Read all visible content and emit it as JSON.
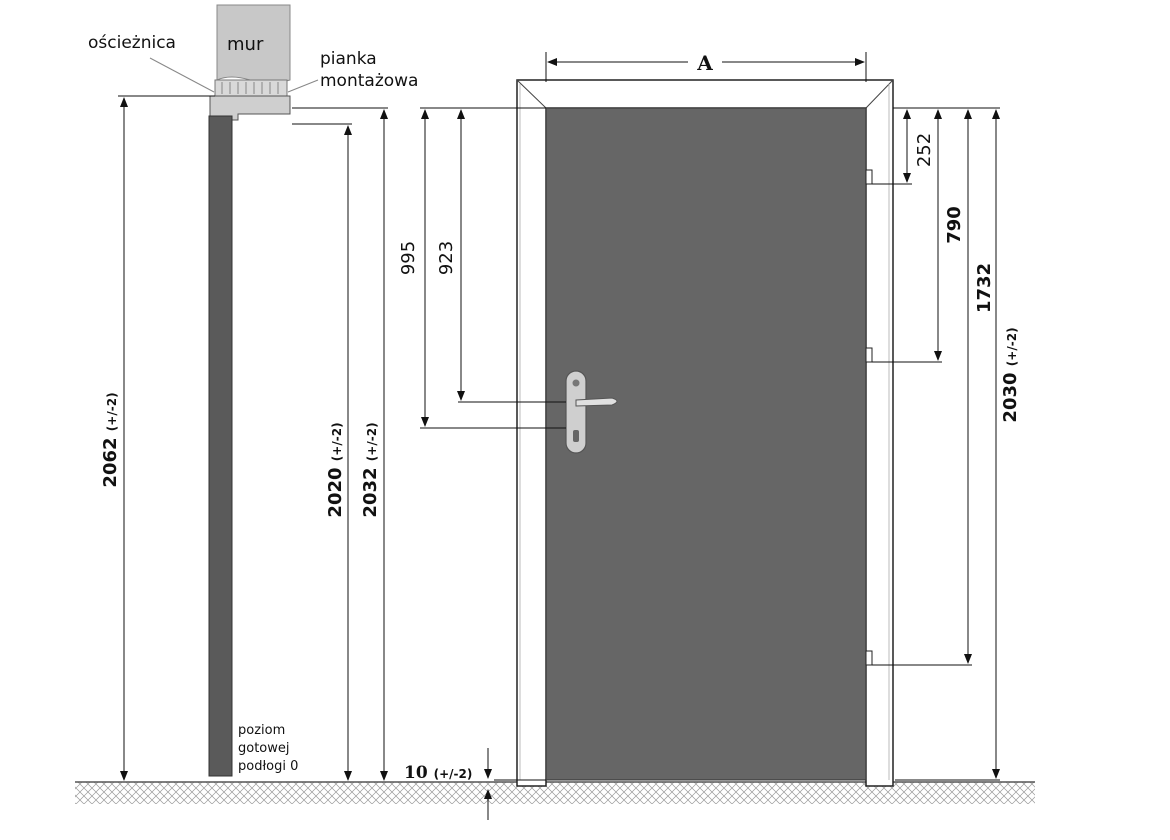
{
  "labels": {
    "frame": "ościeżnica",
    "wall": "mur",
    "foam_line1": "pianka",
    "foam_line2": "montażowa",
    "floor_line1": "poziom",
    "floor_line2": "gotowej",
    "floor_line3": "podłogi 0"
  },
  "dimensions": {
    "width_label": "A",
    "overall_height": "2062",
    "overall_height_tol": "(+/-2)",
    "door_height": "2020",
    "door_height_tol": "(+/-2)",
    "frame_height": "2032",
    "frame_height_tol": "(+/-2)",
    "handle_to_top_995": "995",
    "handle_to_top_923": "923",
    "hinge_top": "252",
    "hinge_middle": "790",
    "hinge_bottom": "1732",
    "frame_outer_height": "2030",
    "frame_outer_height_tol": "(+/-2)",
    "floor_gap": "10",
    "floor_gap_tol": "(+/-2)"
  },
  "colors": {
    "door_leaf": "#666666",
    "frame_section": "#5a5a5a",
    "wall": "#c8c8c8",
    "line": "#222222",
    "floor_hatch": "#9a9a9a"
  }
}
